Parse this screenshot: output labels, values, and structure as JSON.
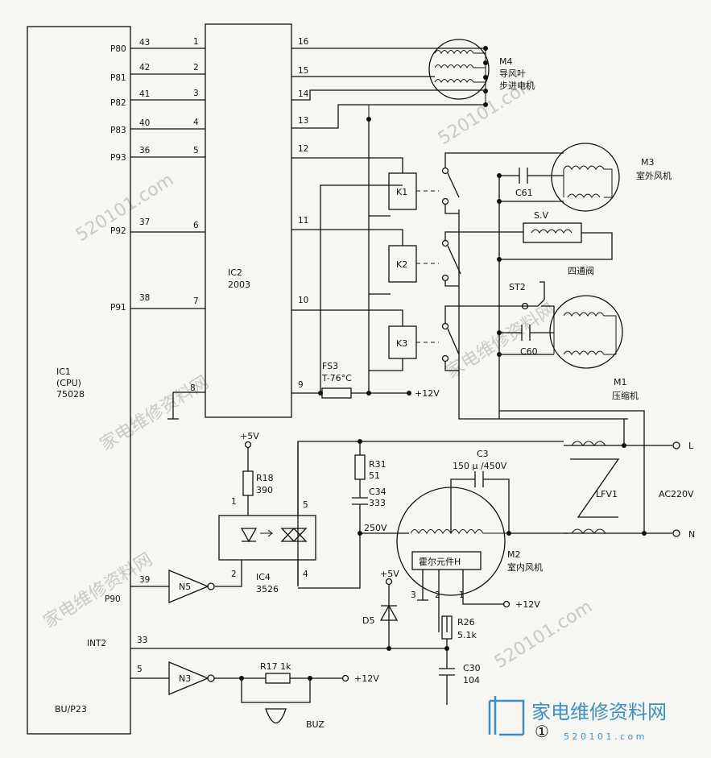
{
  "ic1": {
    "ref": "IC1",
    "type": "(CPU)",
    "part": "75028",
    "bottom": "BU/P23"
  },
  "ic1_pins": [
    {
      "name": "P80",
      "num": "43"
    },
    {
      "name": "P81",
      "num": "42"
    },
    {
      "name": "P82",
      "num": "41"
    },
    {
      "name": "P83",
      "num": "40"
    },
    {
      "name": "P93",
      "num": "36"
    },
    {
      "name": "P92",
      "num": "37"
    },
    {
      "name": "P91",
      "num": "38"
    },
    {
      "name": "P90",
      "num": "39"
    },
    {
      "name": "INT2",
      "num": "33"
    },
    {
      "name": "",
      "num": "5"
    }
  ],
  "ic2": {
    "ref": "IC2",
    "part": "2003",
    "left_pins": [
      "1",
      "2",
      "3",
      "4",
      "5",
      "6",
      "7",
      "8"
    ],
    "right_pins": [
      "16",
      "15",
      "14",
      "13",
      "12",
      "11",
      "10",
      "9"
    ]
  },
  "motors": {
    "m4": {
      "ref": "M4",
      "name1": "导风叶",
      "name2": "步进电机"
    },
    "m3": {
      "ref": "M3",
      "name": "室外风机"
    },
    "m1": {
      "ref": "M1",
      "name": "压缩机"
    },
    "m2": {
      "ref": "M2",
      "name": "室内风机"
    }
  },
  "relays": [
    "K1",
    "K2",
    "K3"
  ],
  "valve": {
    "ref": "S.V",
    "name": "四通阀"
  },
  "st2": "ST2",
  "caps": {
    "c61": "C61",
    "c60": "C60",
    "c3": "C3",
    "c3v": "150 μ /450V",
    "c34": "C34",
    "c34v": "333",
    "c30": "C30",
    "c30v": "104"
  },
  "fuse": {
    "ref": "FS3",
    "val": "T-76°C"
  },
  "supply": {
    "v12": "+12V",
    "v5": "+5V",
    "v250": "250V"
  },
  "resistors": {
    "r18": "R18",
    "r18v": "390",
    "r31": "R31",
    "r31v": "51",
    "r26": "R26",
    "r26v": "5.1k",
    "r17": "R17 1k"
  },
  "ic4": {
    "ref": "IC4",
    "part": "3526",
    "pins": [
      "1",
      "2",
      "4",
      "5"
    ]
  },
  "gates": [
    "N5",
    "N3"
  ],
  "hall": {
    "name": "霍尔元件H",
    "pins": [
      "3",
      "2",
      "1"
    ]
  },
  "diode": "D5",
  "buzzer": "BUZ",
  "lfv": "LFV1",
  "line": {
    "l": "L",
    "n": "N",
    "ac": "AC220V"
  },
  "figure_no": "①",
  "logo": {
    "text": "家电维修资料网",
    "url": "5 2 0 1 0 1 . c o m"
  },
  "watermark": [
    "家电维修资料网",
    "520101.com"
  ]
}
